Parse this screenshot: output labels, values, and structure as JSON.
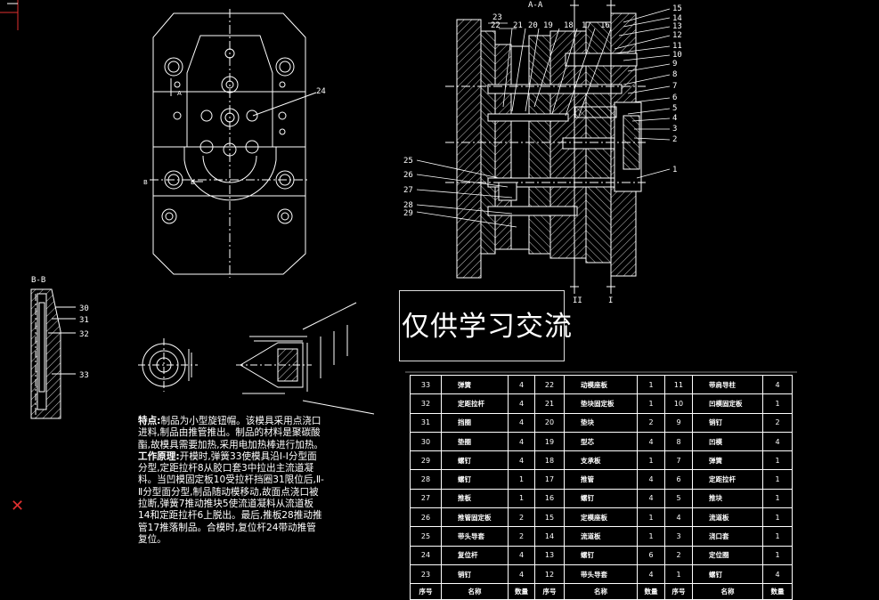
{
  "section_labels": {
    "aa": "A-A",
    "bb": "B-B",
    "i": "I",
    "ii": "II",
    "b_left": "B",
    "b_right": "B",
    "a_mark": "A"
  },
  "callouts_right": [
    "15",
    "14",
    "13",
    "12",
    "11",
    "10",
    "9",
    "8",
    "7",
    "6",
    "5",
    "4",
    "3",
    "2",
    "1"
  ],
  "callouts_top": [
    "23",
    "22",
    "21",
    "20",
    "19",
    "18",
    "17",
    "16"
  ],
  "callouts_left": [
    "25",
    "26",
    "27",
    "28",
    "29"
  ],
  "callouts_bb": [
    "30",
    "31",
    "32",
    "33"
  ],
  "callout_front": "24",
  "watermark": "仅供学习交流",
  "notes": {
    "features_heading": "特点:",
    "features": "制品为小型旋钮帽。该模具采用点浇口进料,制品由推管推出。制品的材料是聚碳酸酯,故模具需要加热,采用电加热棒进行加热。",
    "principle_heading": "工作原理:",
    "principle": "开模时,弹簧33使模具沿Ⅰ-Ⅰ分型面分型,定距拉杆8从胶口套3中拉出主流道凝料。当凹模固定板10受拉杆挡圈31限位后,Ⅱ-Ⅱ分型面分型,制品随动模移动,故面点浇口被拉断,弹簧7推动推块5使流道凝料从流道板14和定距拉杆6上脱出。最后,推板28推动推管17推落制品。合模时,复位杆24带动推管复位。"
  },
  "bom": {
    "headers": [
      "序号",
      "名称",
      "数量",
      "序号",
      "名称",
      "数量",
      "序号",
      "名称",
      "数量"
    ],
    "rows": [
      [
        "33",
        "弹簧",
        "4",
        "22",
        "动模座板",
        "1",
        "11",
        "带肩导柱",
        "4"
      ],
      [
        "32",
        "定距拉杆",
        "4",
        "21",
        "垫块固定板",
        "1",
        "10",
        "凹模固定板",
        "1"
      ],
      [
        "31",
        "挡圈",
        "4",
        "20",
        "垫块",
        "2",
        "9",
        "销钉",
        "2"
      ],
      [
        "30",
        "垫圈",
        "4",
        "19",
        "型芯",
        "4",
        "8",
        "凹模",
        "4"
      ],
      [
        "29",
        "螺钉",
        "4",
        "18",
        "支承板",
        "1",
        "7",
        "弹簧",
        "1"
      ],
      [
        "28",
        "螺钉",
        "1",
        "17",
        "推管",
        "4",
        "6",
        "定距拉杆",
        "1"
      ],
      [
        "27",
        "推板",
        "1",
        "16",
        "螺钉",
        "4",
        "5",
        "推块",
        "1"
      ],
      [
        "26",
        "推管固定板",
        "2",
        "15",
        "定模座板",
        "1",
        "4",
        "流道板",
        "1"
      ],
      [
        "25",
        "带头导套",
        "2",
        "14",
        "流道板",
        "1",
        "3",
        "浇口套",
        "1"
      ],
      [
        "24",
        "复位杆",
        "4",
        "13",
        "螺钉",
        "6",
        "2",
        "定位圈",
        "1"
      ],
      [
        "23",
        "销钉",
        "4",
        "12",
        "带头导套",
        "4",
        "1",
        "螺钉",
        "4"
      ]
    ]
  }
}
